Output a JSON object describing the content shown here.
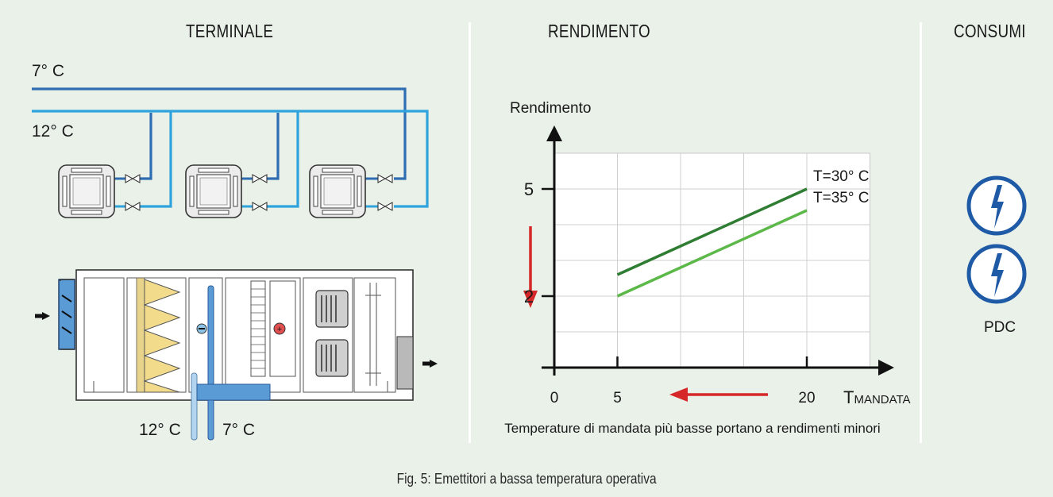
{
  "titles": {
    "terminale": "TERMINALE",
    "rendimento": "RENDIMENTO",
    "consumi": "CONSUMI"
  },
  "terminale": {
    "supply_temp": "7° C",
    "return_temp": "12° C",
    "ahu_return_temp": "12° C",
    "ahu_supply_temp": "7° C"
  },
  "consumi": {
    "label": "PDC",
    "icon": "lightning-bolt-icon"
  },
  "caption": "Fig. 5: Emettitori a bassa temperatura operativa",
  "chart_data": {
    "type": "line",
    "ylabel": "Rendimento",
    "xlabel_main": "T",
    "xlabel_sub": "MANDATA",
    "x_ticks": [
      "0",
      "5",
      "20"
    ],
    "y_ticks": [
      "5",
      "2"
    ],
    "xlim": [
      0,
      25
    ],
    "ylim": [
      0,
      6
    ],
    "grid": true,
    "series": [
      {
        "name": "T=30° C",
        "x": [
          5,
          20
        ],
        "y": [
          2.6,
          5.0
        ],
        "color": "#2e7d32"
      },
      {
        "name": "T=35° C",
        "x": [
          5,
          20
        ],
        "y": [
          2.0,
          4.4
        ],
        "color": "#5cb848"
      }
    ],
    "annotation": "Temperature di mandata più basse portano a rendimenti minori",
    "arrow_color": "#d62828"
  },
  "colors": {
    "supply_pipe": "#2f6db3",
    "return_pipe": "#2ea3dc",
    "background": "#e9f1e9",
    "icon_blue": "#1f5aa6"
  }
}
